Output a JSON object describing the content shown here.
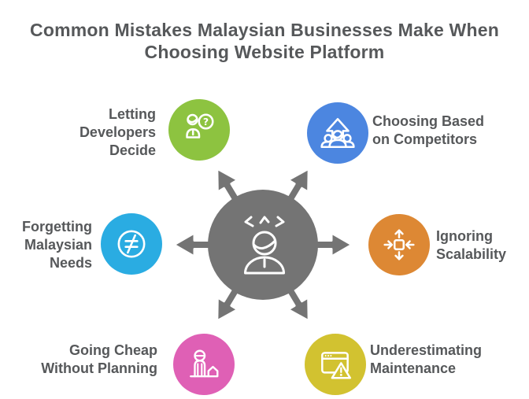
{
  "header": {
    "title_line1": "Common Mistakes Malaysian Businesses Make",
    "title_line2": "When Choosing Website Platform",
    "text_color": "#56585A"
  },
  "hub": {
    "icon": "stressed-person-icon",
    "color": "#747474",
    "arrow_count": 6
  },
  "nodes": [
    {
      "id": "letting-developers-decide",
      "label": "Letting Developers Decide",
      "label_lines": [
        "Letting",
        "Developers",
        "Decide"
      ],
      "color": "#8DC340",
      "icon": "developer-question-icon"
    },
    {
      "id": "choosing-based-on-competitors",
      "label": "Choosing Based on Competitors",
      "label_lines": [
        "Choosing Based",
        "on Competitors"
      ],
      "color": "#4C86E0",
      "icon": "competitors-growth-icon"
    },
    {
      "id": "forgetting-malaysian-needs",
      "label": "Forgetting Malaysian Needs",
      "label_lines": [
        "Forgetting",
        "Malaysian",
        "Needs"
      ],
      "color": "#2AACE2",
      "icon": "not-equal-icon"
    },
    {
      "id": "ignoring-scalability",
      "label": "Ignoring Scalability",
      "label_lines": [
        "Ignoring",
        "Scalability"
      ],
      "color": "#DD8834",
      "icon": "scale-arrows-icon"
    },
    {
      "id": "going-cheap-without-planning",
      "label": "Going Cheap Without Planning",
      "label_lines": [
        "Going Cheap",
        "Without Planning"
      ],
      "color": "#DF60B5",
      "icon": "cheap-person-house-icon"
    },
    {
      "id": "underestimating-maintenance",
      "label": "Underestimating Maintenance",
      "label_lines": [
        "Underestimating",
        "Maintenance"
      ],
      "color": "#D2C230",
      "icon": "browser-warning-icon"
    }
  ]
}
